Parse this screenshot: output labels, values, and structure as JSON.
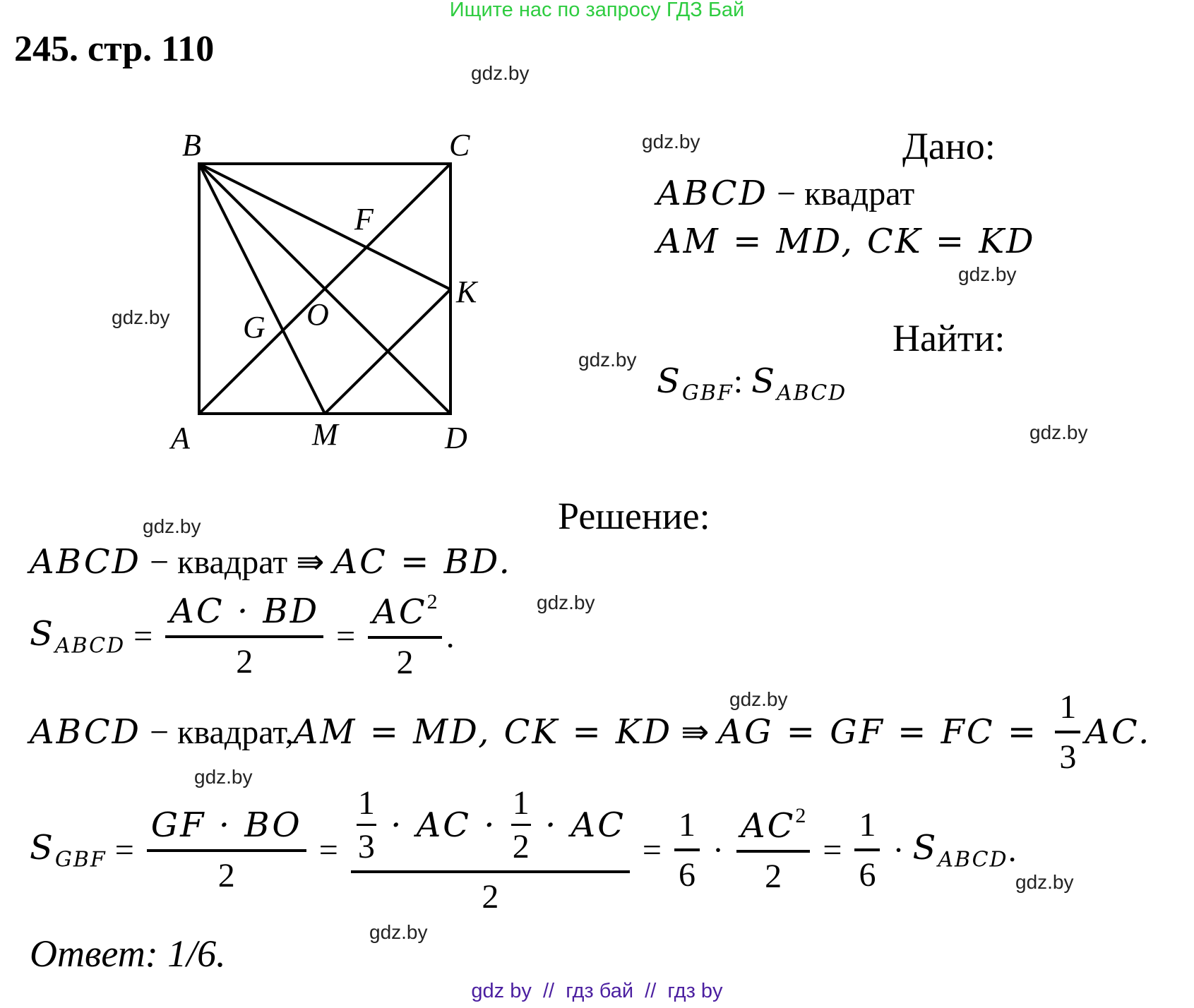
{
  "banner_top": "Ищите нас по запросу ГДЗ Бай",
  "title": "245. стр. 110",
  "watermark": "gdz.by",
  "figure": {
    "points": {
      "B": "B",
      "C": "C",
      "A": "A",
      "D": "D",
      "M": "M",
      "K": "K",
      "F": "F",
      "O": "O",
      "G": "G"
    }
  },
  "given": {
    "heading": "Дано:",
    "line1_math": "ABCD",
    "line1_text": " − квадрат",
    "line2": "AM = MD, CK = KD"
  },
  "find": {
    "heading": "Найти:",
    "s": "S",
    "sub1": "GBF",
    "colon": ": ",
    "sub2": "ABCD"
  },
  "solution": {
    "heading": "Решение:",
    "line1_a": "ABCD",
    "line1_b": " − квадрат ⇛ ",
    "line1_c": "AC = BD.",
    "line2_s": "S",
    "line2_sub": "ABCD",
    "line2_eq": " = ",
    "line2_num1": "AC · BD",
    "line2_den1": "2",
    "line2_eq2": " = ",
    "line2_num2": "AC",
    "line2_sup": "2",
    "line2_den2": "2",
    "line2_end": ".",
    "line3_a": "ABCD",
    "line3_b": " − квадрат,",
    "line3_c": "AM = MD, CK = KD",
    "line3_d": " ⇛ ",
    "line3_e": "AG = GF = FC = ",
    "line3_fnum": "1",
    "line3_fden": "3",
    "line3_f": "AC.",
    "line4_s": "S",
    "line4_sub": "GBF",
    "line4_eq": " = ",
    "line4_num1": "GF · BO",
    "line4_den1": "2",
    "line4_eq2": " = ",
    "line4_n_a": "1",
    "line4_d_a": "3",
    "line4_mid1": " · AC · ",
    "line4_n_b": "1",
    "line4_d_b": "2",
    "line4_mid2": " · AC",
    "line4_den2": "2",
    "line4_eq3": " = ",
    "line4_f3n": "1",
    "line4_f3d": "6",
    "line4_dot": " · ",
    "line4_f4n": "AC",
    "line4_f4sup": "2",
    "line4_f4d": "2",
    "line4_eq4": " = ",
    "line4_f5n": "1",
    "line4_f5d": "6",
    "line4_dot2": " · ",
    "line4_s2": "S",
    "line4_sub2": "ABCD",
    "line4_end": "."
  },
  "answer": "Ответ: 1/6.",
  "banner_bottom": "gdz by  //  гдз бай  //  гдз by"
}
